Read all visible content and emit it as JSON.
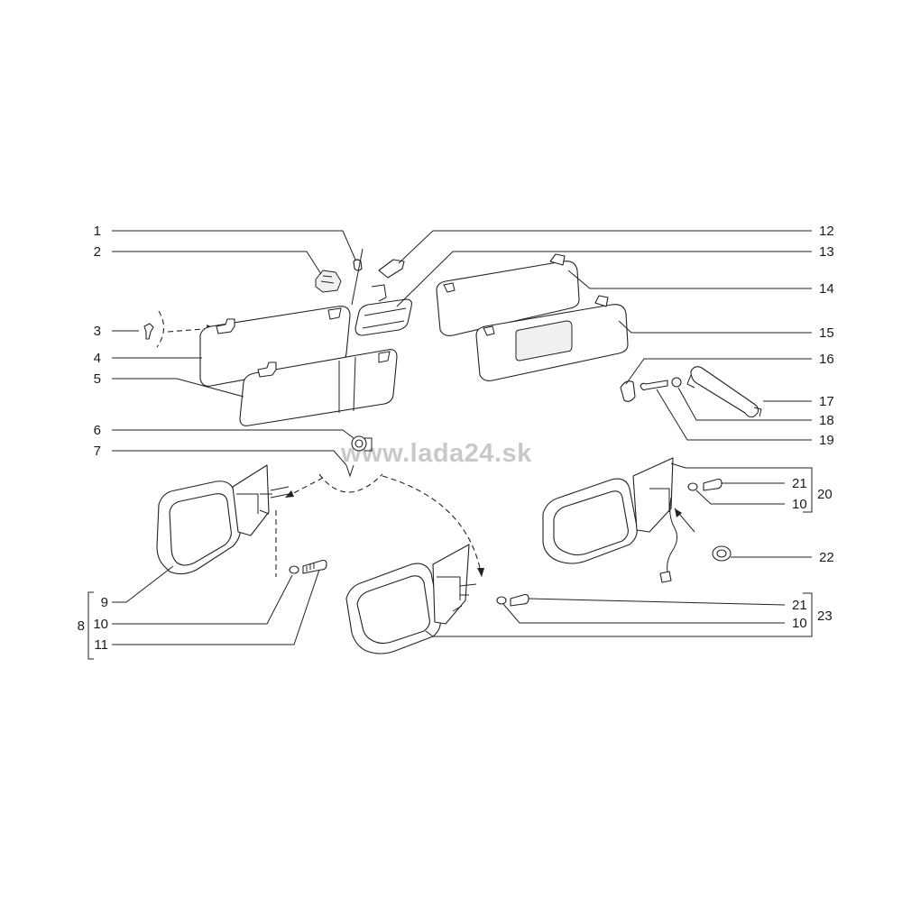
{
  "watermark": "www.lada24.sk",
  "callouts": {
    "c1": "1",
    "c2": "2",
    "c3": "3",
    "c4": "4",
    "c5": "5",
    "c6": "6",
    "c7": "7",
    "c8": "8",
    "c9": "9",
    "c10a": "10",
    "c11": "11",
    "c12": "12",
    "c13": "13",
    "c14": "14",
    "c15": "15",
    "c16": "16",
    "c17": "17",
    "c18": "18",
    "c19": "19",
    "c20": "20",
    "c21a": "21",
    "c10b": "10",
    "c22": "22",
    "c21b": "21",
    "c23": "23",
    "c10c": "10"
  }
}
